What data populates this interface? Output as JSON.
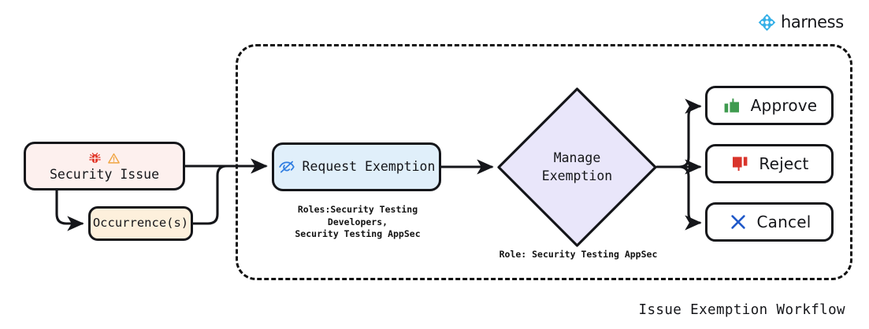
{
  "brand": {
    "name": "harness",
    "mark_icon": "harness-logo-icon",
    "color": "#35b0e8"
  },
  "diagram": {
    "caption": "Issue Exemption Workflow",
    "group_style": "dashed"
  },
  "nodes": {
    "security_issue": {
      "label": "Security Issue",
      "fill": "#fdf0ee",
      "icons": [
        "bug-icon",
        "warning-triangle-icon"
      ],
      "bug_color": "#e23b2e",
      "warning_color": "#f0a441"
    },
    "occurrences": {
      "label": "Occurrence(s)",
      "fill": "#fdf0dc"
    },
    "request_exemption": {
      "label": "Request Exemption",
      "fill": "#e0effa",
      "icon": "eye-off-icon",
      "icon_color": "#2f7de1",
      "note": "Roles:Security Testing Developers,\nSecurity Testing AppSec"
    },
    "manage_exemption": {
      "label_line1": "Manage",
      "label_line2": "Exemption",
      "fill": "#e9e6fa",
      "note": "Role: Security Testing AppSec"
    },
    "approve": {
      "label": "Approve",
      "icon": "thumbs-up-icon",
      "icon_color": "#3f9b4f"
    },
    "reject": {
      "label": "Reject",
      "icon": "thumbs-down-icon",
      "icon_color": "#d9342b"
    },
    "cancel": {
      "label": "Cancel",
      "icon": "close-x-icon",
      "icon_color": "#2059c9"
    }
  },
  "chart_data": {
    "type": "diagram",
    "title": "Issue Exemption Workflow",
    "nodes": [
      {
        "id": "security_issue",
        "label": "Security Issue",
        "shape": "rounded-rect"
      },
      {
        "id": "occurrences",
        "label": "Occurrence(s)",
        "shape": "rounded-rect"
      },
      {
        "id": "request_exemption",
        "label": "Request Exemption",
        "shape": "rounded-rect"
      },
      {
        "id": "manage_exemption",
        "label": "Manage Exemption",
        "shape": "diamond"
      },
      {
        "id": "approve",
        "label": "Approve",
        "shape": "rounded-rect"
      },
      {
        "id": "reject",
        "label": "Reject",
        "shape": "rounded-rect"
      },
      {
        "id": "cancel",
        "label": "Cancel",
        "shape": "rounded-rect"
      }
    ],
    "edges": [
      {
        "from": "security_issue",
        "to": "occurrences"
      },
      {
        "from": "security_issue",
        "to": "request_exemption"
      },
      {
        "from": "occurrences",
        "to": "request_exemption"
      },
      {
        "from": "request_exemption",
        "to": "manage_exemption"
      },
      {
        "from": "manage_exemption",
        "to": "approve"
      },
      {
        "from": "manage_exemption",
        "to": "reject"
      },
      {
        "from": "manage_exemption",
        "to": "cancel"
      }
    ]
  }
}
